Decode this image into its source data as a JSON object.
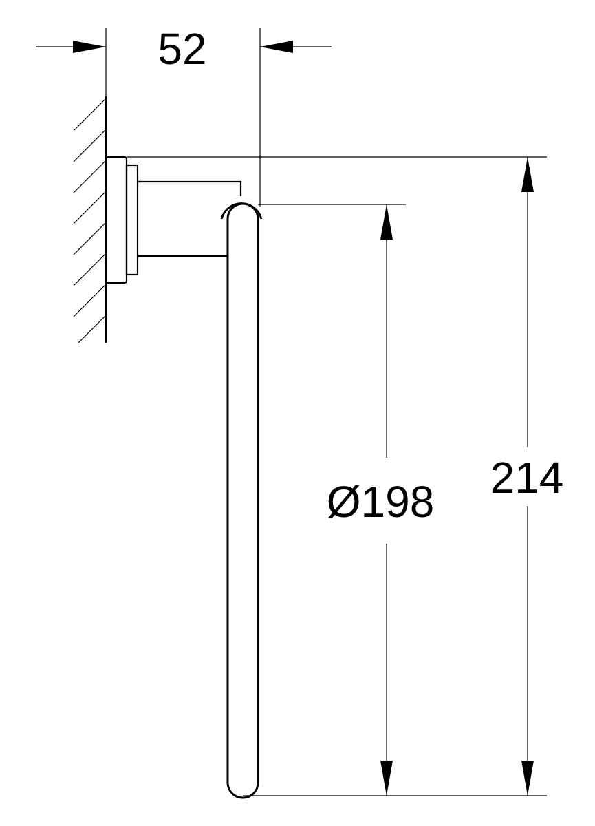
{
  "drawing": {
    "dimensions": {
      "projection": "52",
      "ring_diameter": "Ø198",
      "overall_height": "214"
    }
  }
}
